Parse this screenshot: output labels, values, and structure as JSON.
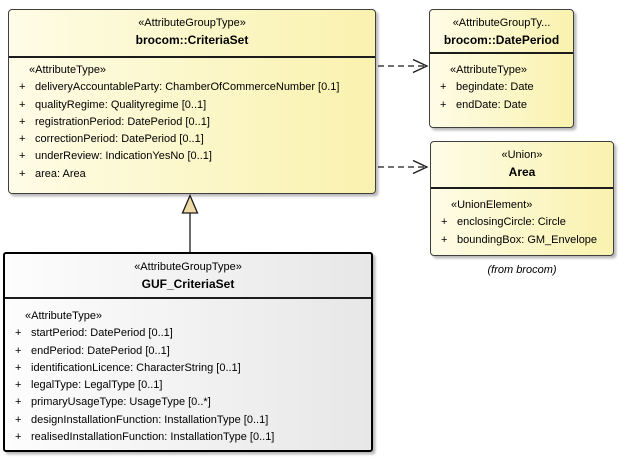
{
  "diagram": {
    "type": "uml-class-diagram",
    "colors": {
      "class_fill_start": "#fefce6",
      "class_fill_end": "#f9f2ae",
      "specialized_fill_start": "#fdfdfd",
      "specialized_fill_end": "#e7e7e7",
      "border": "#3f3f3f",
      "generalization_arrow_fill": "#efd9a7",
      "background": "#ffffff"
    }
  },
  "classes": {
    "criteria_set": {
      "stereotype": "«AttributeGroupType»",
      "name": "brocom::CriteriaSet",
      "compartment": "«AttributeType»",
      "attributes": [
        {
          "vis": "+",
          "text": "deliveryAccountableParty: ChamberOfCommerceNumber [0.1]"
        },
        {
          "vis": "+",
          "text": "qualityRegime: Qualityregime [0..1]"
        },
        {
          "vis": "+",
          "text": "registrationPeriod: DatePeriod [0..1]"
        },
        {
          "vis": "+",
          "text": "correctionPeriod: DatePeriod [0..1]"
        },
        {
          "vis": "+",
          "text": "underReview: IndicationYesNo [0..1]"
        },
        {
          "vis": "+",
          "text": "area: Area"
        }
      ]
    },
    "date_period": {
      "stereotype": "«AttributeGroupTy...",
      "name": "brocom::DatePeriod",
      "compartment": "«AttributeType»",
      "attributes": [
        {
          "vis": "+",
          "text": "begindate: Date"
        },
        {
          "vis": "+",
          "text": "endDate: Date"
        }
      ]
    },
    "area": {
      "stereotype": "«Union»",
      "name": "Area",
      "compartment": "«UnionElement»",
      "attributes": [
        {
          "vis": "+",
          "text": "enclosingCircle: Circle"
        },
        {
          "vis": "+",
          "text": "boundingBox: GM_Envelope"
        }
      ]
    },
    "guf_criteria_set": {
      "stereotype": "«AttributeGroupType»",
      "name": "GUF_CriteriaSet",
      "compartment": "«AttributeType»",
      "attributes": [
        {
          "vis": "+",
          "text": "startPeriod: DatePeriod [0..1]"
        },
        {
          "vis": "+",
          "text": "endPeriod: DatePeriod [0..1]"
        },
        {
          "vis": "+",
          "text": "identificationLicence: CharacterString [0..1]"
        },
        {
          "vis": "+",
          "text": "legalType: LegalType [0..1]"
        },
        {
          "vis": "+",
          "text": "primaryUsageType: UsageType [0..*]"
        },
        {
          "vis": "+",
          "text": "designInstallationFunction: InstallationType [0..1]"
        },
        {
          "vis": "+",
          "text": "realisedInstallationFunction: InstallationType [0..1]"
        }
      ]
    }
  },
  "annotations": {
    "from_note": "(from brocom)"
  },
  "connectors": {
    "generalization": {
      "type": "generalization",
      "from": "GUF_CriteriaSet",
      "to": "brocom::CriteriaSet"
    },
    "dependency_dateperiod": {
      "type": "dependency",
      "from": "brocom::CriteriaSet",
      "to": "brocom::DatePeriod"
    },
    "dependency_area": {
      "type": "dependency",
      "from": "brocom::CriteriaSet",
      "to": "Area"
    }
  }
}
